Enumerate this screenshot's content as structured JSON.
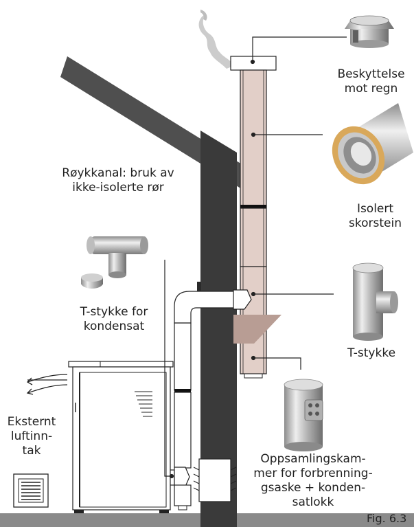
{
  "labels": {
    "rain_cap": [
      "Beskyttelse",
      "mot regn"
    ],
    "insulated_chimney": [
      "Isolert",
      "skorstein"
    ],
    "flue_pipe": [
      "Røykkanal: bruk av",
      "ikke-isolerte rør"
    ],
    "condensate_tee": [
      "T-stykke for",
      "kondensat"
    ],
    "tee": [
      "T-stykke"
    ],
    "external_air_intake": [
      "Eksternt",
      "luftinn-",
      "tak"
    ],
    "collection_chamber": [
      "Oppsamlingskam-",
      "mer for forbrenning-",
      "gsaske + konden-",
      "satlokk"
    ],
    "figure_number": "Fig. 6.3"
  },
  "colors": {
    "chimney_wall": "#3a3a3a",
    "roof": "#4f4f4f",
    "insulated_pipe": "#e2cfc8",
    "cone": "#b89d94",
    "floor": "#8a8a8a",
    "leader_line": "#222222"
  },
  "icons": {
    "rain_cap": "rain-cap-icon",
    "insulated_chimney": "insulated-pipe-icon",
    "condensate_tee": "condensate-tee-icon",
    "tee": "tee-fitting-icon",
    "collection_chamber": "collection-chamber-icon",
    "air_intake": "air-intake-grille-icon",
    "smoke": "smoke-icon",
    "stove": "pellet-stove-icon"
  }
}
